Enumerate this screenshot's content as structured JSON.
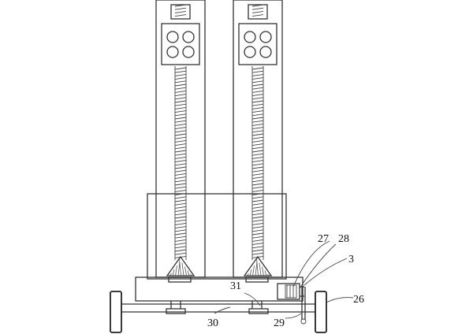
{
  "labels": {
    "l27": "27",
    "l28": "28",
    "l3": "3",
    "l26": "26",
    "l31": "31",
    "l30": "30",
    "l29": "29"
  }
}
